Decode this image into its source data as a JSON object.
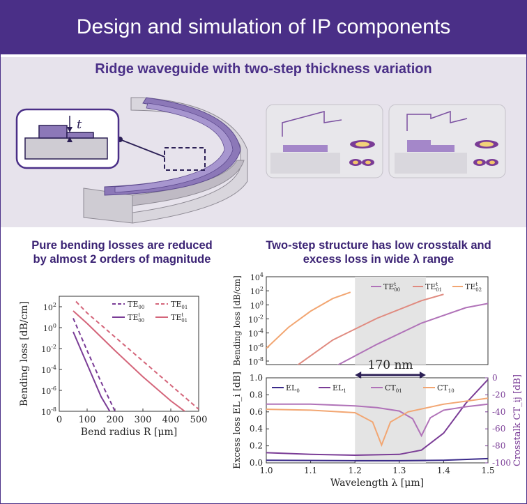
{
  "header": {
    "title": "Design and simulation of IP components"
  },
  "ridge": {
    "title": "Ridge waveguide with two-step thickness variation",
    "thickness_label": "t"
  },
  "left_panel": {
    "heading_line1": "Pure bending losses are reduced",
    "heading_line2": "by almost 2 orders of magnitude"
  },
  "right_panel": {
    "heading_line1": "Two-step structure has low crosstalk and",
    "heading_line2": "excess loss in wide λ range"
  },
  "colors": {
    "header_bg": "#4a2f87",
    "purple": "#7a3c96",
    "pink": "#d4657a",
    "lilac": "#b072b8",
    "salmon": "#e08a7f",
    "orange": "#f2a672",
    "navy": "#3a2a8a"
  },
  "chart_data": [
    {
      "type": "line",
      "xlabel": "Bend radius R [μm]",
      "ylabel": "Bending loss [dB/cm]",
      "xlim": [
        0,
        500
      ],
      "ylim_log10": [
        -8,
        3
      ],
      "y_scale": "log",
      "xticks": [
        "0",
        "100",
        "200",
        "300",
        "400",
        "500"
      ],
      "yticks": [
        "10^2",
        "10^0",
        "10^-2",
        "10^-4",
        "10^-6",
        "10^-8"
      ],
      "legend_position": "top-right",
      "series": [
        {
          "name": "TE00",
          "label_base": "TE",
          "label_sub": "00",
          "label_sup": "",
          "color": "#7a3c96",
          "dash": true,
          "x": [
            50,
            100,
            150,
            200,
            210
          ],
          "y_log10": [
            0.9,
            -2.2,
            -5.2,
            -8.0,
            -8.4
          ]
        },
        {
          "name": "TE01",
          "label_base": "TE",
          "label_sub": "01",
          "label_sup": "",
          "color": "#d4657a",
          "dash": true,
          "x": [
            60,
            100,
            200,
            300,
            400,
            500
          ],
          "y_log10": [
            2.5,
            1.4,
            -0.9,
            -3.2,
            -5.5,
            -7.8
          ]
        },
        {
          "name": "TEt00",
          "label_base": "TE",
          "label_sub": "00",
          "label_sup": "t",
          "color": "#7a3c96",
          "dash": false,
          "x": [
            50,
            100,
            150,
            190
          ],
          "y_log10": [
            -0.4,
            -3.5,
            -6.6,
            -8.4
          ]
        },
        {
          "name": "TEt01",
          "label_base": "TE",
          "label_sub": "01",
          "label_sup": "t",
          "color": "#d4657a",
          "dash": false,
          "x": [
            50,
            100,
            200,
            300,
            400,
            470
          ],
          "y_log10": [
            1.6,
            0.4,
            -2.2,
            -4.7,
            -7.0,
            -8.4
          ]
        }
      ]
    },
    {
      "type": "line",
      "ylabel": "Bending loss [dB/cm]",
      "xlim": [
        1.0,
        1.5
      ],
      "ylim_log10": [
        -8.5,
        4
      ],
      "y_scale": "log",
      "yticks": [
        "10^4",
        "10^2",
        "10^0",
        "10^-2",
        "10^-4",
        "10^-6",
        "10^-8"
      ],
      "legend_position": "top-right",
      "series": [
        {
          "name": "TEt00",
          "label_base": "TE",
          "label_sub": "00",
          "label_sup": "t",
          "color": "#b072b8",
          "x": [
            1.16,
            1.25,
            1.35,
            1.45,
            1.5
          ],
          "y_log10": [
            -8.6,
            -5.6,
            -2.6,
            -0.4,
            0.2
          ]
        },
        {
          "name": "TEt01",
          "label_base": "TE",
          "label_sub": "01",
          "label_sup": "t",
          "color": "#e08a7f",
          "x": [
            1.07,
            1.15,
            1.25,
            1.35,
            1.4
          ],
          "y_log10": [
            -8.6,
            -5.0,
            -1.9,
            0.6,
            1.5
          ]
        },
        {
          "name": "TEt02",
          "label_base": "TE",
          "label_sub": "02",
          "label_sup": "t",
          "color": "#f2a672",
          "x": [
            1.0,
            1.05,
            1.1,
            1.15,
            1.19
          ],
          "y_log10": [
            -6.2,
            -3.2,
            -0.9,
            0.9,
            1.8
          ]
        }
      ]
    },
    {
      "type": "line",
      "xlabel": "Wavelength λ [μm]",
      "ylabel": "Excess loss EL_i [dB]",
      "y2label": "Crosstalk CT_ij [dB]",
      "xlim": [
        1.0,
        1.5
      ],
      "ylim": [
        0,
        1
      ],
      "y2lim": [
        -100,
        0
      ],
      "xticks": [
        "1.0",
        "1.1",
        "1.2",
        "1.3",
        "1.4",
        "1.5"
      ],
      "yticks": [
        "1.0",
        "0.8",
        "0.6",
        "0.4",
        "0.2",
        "0.0"
      ],
      "y2ticks": [
        "0",
        "-20",
        "-40",
        "-60",
        "-80",
        "-100"
      ],
      "shaded_band": {
        "x": [
          1.2,
          1.36
        ],
        "label": "170 nm"
      },
      "legend_position": "top",
      "series": [
        {
          "name": "EL0",
          "label_base": "EL",
          "label_sub": "0",
          "axis": "left",
          "color": "#3a2a8a",
          "x": [
            1.0,
            1.2,
            1.3,
            1.4,
            1.5
          ],
          "y": [
            0.03,
            0.025,
            0.025,
            0.03,
            0.05
          ]
        },
        {
          "name": "EL1",
          "label_base": "EL",
          "label_sub": "1",
          "axis": "left",
          "color": "#7a3c96",
          "x": [
            1.0,
            1.1,
            1.2,
            1.3,
            1.35,
            1.4,
            1.45,
            1.5
          ],
          "y": [
            0.12,
            0.1,
            0.09,
            0.1,
            0.15,
            0.35,
            0.7,
            0.98
          ]
        },
        {
          "name": "CT01",
          "label_base": "CT",
          "label_sub": "01",
          "axis": "right",
          "color": "#b072b8",
          "x": [
            1.0,
            1.1,
            1.2,
            1.25,
            1.3,
            1.33,
            1.35,
            1.37,
            1.4,
            1.45,
            1.5
          ],
          "y": [
            -31,
            -31,
            -33,
            -35,
            -39,
            -48,
            -68,
            -47,
            -38,
            -34,
            -31
          ]
        },
        {
          "name": "CT10",
          "label_base": "CT",
          "label_sub": "10",
          "axis": "right",
          "color": "#f2a672",
          "x": [
            1.0,
            1.1,
            1.2,
            1.24,
            1.26,
            1.28,
            1.32,
            1.4,
            1.5
          ],
          "y": [
            -37,
            -38,
            -41,
            -52,
            -79,
            -52,
            -40,
            -31,
            -24
          ]
        }
      ]
    }
  ]
}
